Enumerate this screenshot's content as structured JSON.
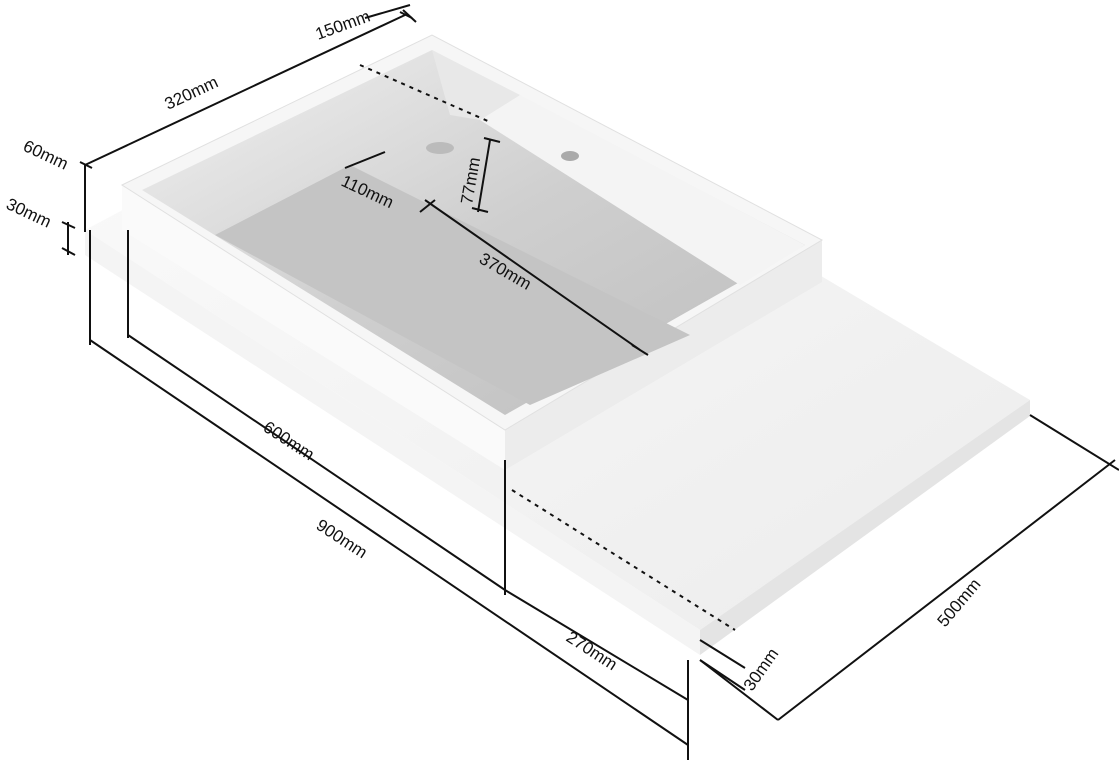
{
  "diagram": {
    "dimensions": {
      "basin_depth": "320mm",
      "shelf_width": "150mm",
      "basin_height": "60mm",
      "slab_thickness_left": "30mm",
      "drain_offset": "110mm",
      "inner_depth": "77mm",
      "inner_length": "370mm",
      "basin_length": "600mm",
      "total_length": "900mm",
      "slab_extension": "270mm",
      "slab_thickness_right": "30mm",
      "slab_depth": "500mm"
    },
    "colors": {
      "line": "#111111",
      "surface": "#ffffff",
      "basin_shade": "#d6d6d6"
    }
  }
}
